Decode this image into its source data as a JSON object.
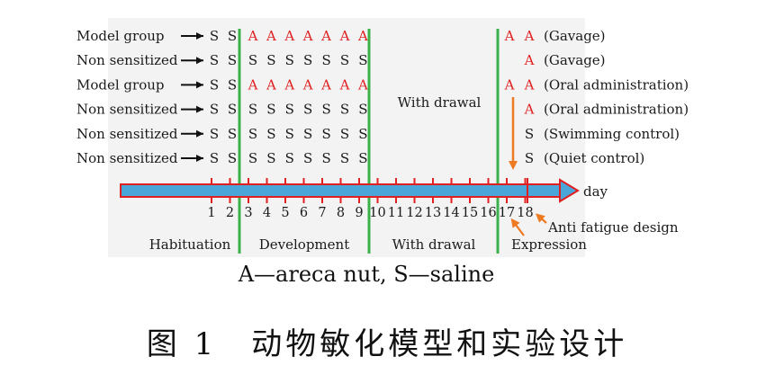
{
  "colors": {
    "saline": "#1a1a1a",
    "areca": "#e02020",
    "phase_line": "#3cb04a",
    "timeline_fill": "#4aa6d8",
    "timeline_border": "#e02020",
    "orange_arrow": "#ee7a22"
  },
  "groups": [
    {
      "label": "Model group",
      "pre": [
        "S",
        "S"
      ],
      "dev": [
        "A",
        "A",
        "A",
        "A",
        "A",
        "A",
        "A"
      ],
      "exp": [
        "A",
        "A"
      ],
      "note": "(Gavage)"
    },
    {
      "label": "Non sensitized",
      "pre": [
        "S",
        "S"
      ],
      "dev": [
        "S",
        "S",
        "S",
        "S",
        "S",
        "S",
        "S"
      ],
      "exp": [
        "",
        "A"
      ],
      "note": "(Gavage)"
    },
    {
      "label": "Model group",
      "pre": [
        "S",
        "S"
      ],
      "dev": [
        "A",
        "A",
        "A",
        "A",
        "A",
        "A",
        "A"
      ],
      "exp": [
        "A",
        "A"
      ],
      "note": "(Oral administration)"
    },
    {
      "label": "Non sensitized",
      "pre": [
        "S",
        "S"
      ],
      "dev": [
        "S",
        "S",
        "S",
        "S",
        "S",
        "S",
        "S"
      ],
      "exp": [
        "",
        "A"
      ],
      "note": "(Oral administration)"
    },
    {
      "label": "Non sensitized",
      "pre": [
        "S",
        "S"
      ],
      "dev": [
        "S",
        "S",
        "S",
        "S",
        "S",
        "S",
        "S"
      ],
      "exp": [
        "",
        "S"
      ],
      "note": "(Swimming control)"
    },
    {
      "label": "Non sensitized",
      "pre": [
        "S",
        "S"
      ],
      "dev": [
        "S",
        "S",
        "S",
        "S",
        "S",
        "S",
        "S"
      ],
      "exp": [
        "",
        "S"
      ],
      "note": "(Quiet control)"
    }
  ],
  "withdrawal_label_top": "With drawal",
  "axis": {
    "unit_label": "day",
    "days": [
      "1",
      "2",
      "3",
      "4",
      "5",
      "6",
      "7",
      "8",
      "9",
      "10",
      "11",
      "12",
      "13",
      "14",
      "15",
      "16",
      "17",
      "18"
    ]
  },
  "phases": [
    "Habituation",
    "Development",
    "With drawal",
    "Expression"
  ],
  "anti_fatigue_label": "Anti fatigue design",
  "legend": "A—areca nut, S—saline",
  "caption": "图 1　动物敏化模型和实验设计"
}
